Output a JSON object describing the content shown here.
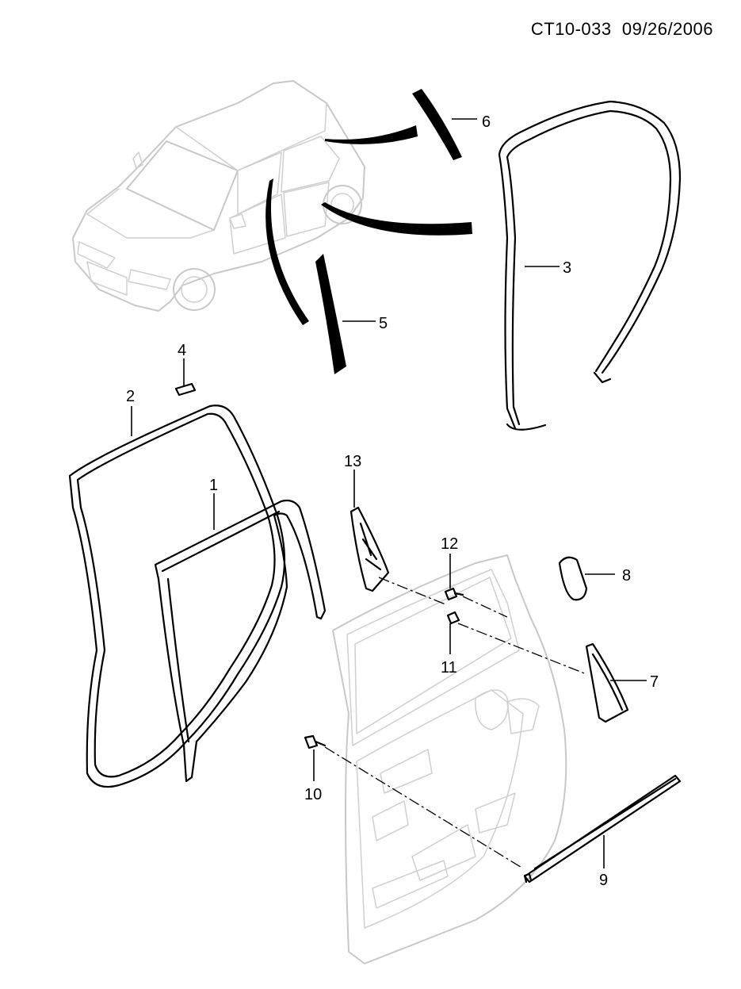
{
  "header": {
    "drawing_id": "CT10-033",
    "date": "09/26/2006"
  },
  "parts": [
    {
      "number": "1"
    },
    {
      "number": "2"
    },
    {
      "number": "3"
    },
    {
      "number": "4"
    },
    {
      "number": "5"
    },
    {
      "number": "6"
    },
    {
      "number": "7"
    },
    {
      "number": "8"
    },
    {
      "number": "9"
    },
    {
      "number": "10"
    },
    {
      "number": "11"
    },
    {
      "number": "12"
    },
    {
      "number": "13"
    }
  ]
}
